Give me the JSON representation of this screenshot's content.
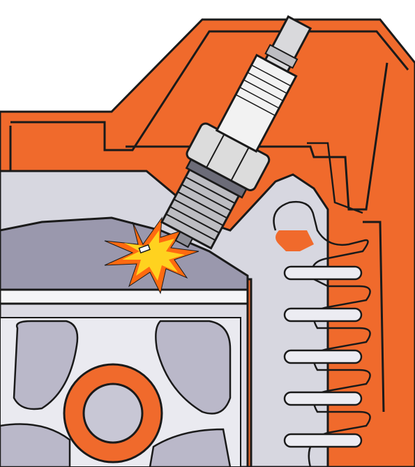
{
  "diagram": {
    "subject": "spark-plug-in-cylinder-head",
    "parts": [
      {
        "name": "spark-plug-terminal",
        "color": "#d9d9dc"
      },
      {
        "name": "spark-plug-insulator",
        "color": "#f2f2f2"
      },
      {
        "name": "spark-plug-hex-nut",
        "color": "#dcdcdc"
      },
      {
        "name": "spark-plug-thread",
        "color": "#bdbdc2"
      },
      {
        "name": "spark-ignition-flash",
        "color": "#ffd21f"
      },
      {
        "name": "cylinder-head",
        "color": "#f06a2c"
      },
      {
        "name": "combustion-chamber",
        "color": "#9a98ad"
      },
      {
        "name": "piston",
        "color": "#bab8c9"
      },
      {
        "name": "cooling-fins",
        "color": "#f06a2c"
      },
      {
        "name": "wrist-pin",
        "color": "#f06a2c"
      }
    ],
    "colors": {
      "outline": "#1a1a1a",
      "background": "#ffffff",
      "cylinder_wall": "#d7d7e0",
      "gasket": "#f5f5f7"
    }
  }
}
